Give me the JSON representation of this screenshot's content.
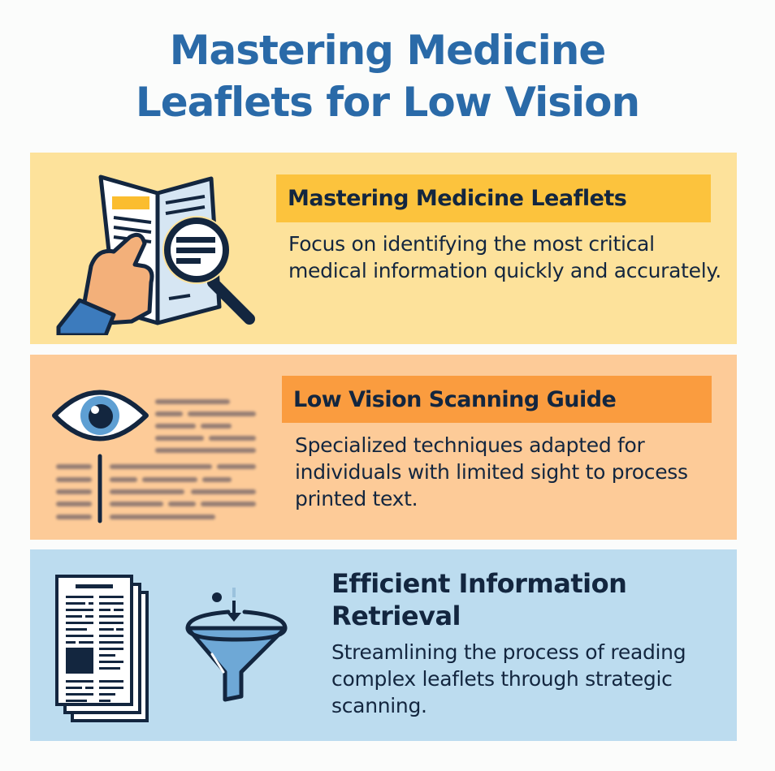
{
  "page": {
    "title_line1": "Mastering Medicine",
    "title_line2": "Leaflets for Low Vision"
  },
  "colors": {
    "title": "#2a6aa8",
    "panel1_bg": "#fde29b",
    "panel1_highlight": "#fcc33d",
    "panel2_bg": "#fdcb98",
    "panel2_highlight": "#fa9c3f",
    "panel3_bg": "#bcdcef",
    "text_dark": "#13263f"
  },
  "sections": [
    {
      "heading": "Mastering Medicine Leaflets",
      "description": "Focus on identifying the most critical medical information quickly and accurately.",
      "icon": "hand-holding-leaflet-with-magnifier-icon"
    },
    {
      "heading": "Low Vision Scanning Guide",
      "description": "Specialized techniques adapted for individuals with limited sight to process printed text.",
      "icon": "eye-scanning-blurred-text-icon"
    },
    {
      "heading": "Efficient Information Retrieval",
      "description": "Streamlining the process of reading complex leaflets through strategic scanning.",
      "icons": [
        "stacked-documents-icon",
        "funnel-filter-icon"
      ]
    }
  ]
}
